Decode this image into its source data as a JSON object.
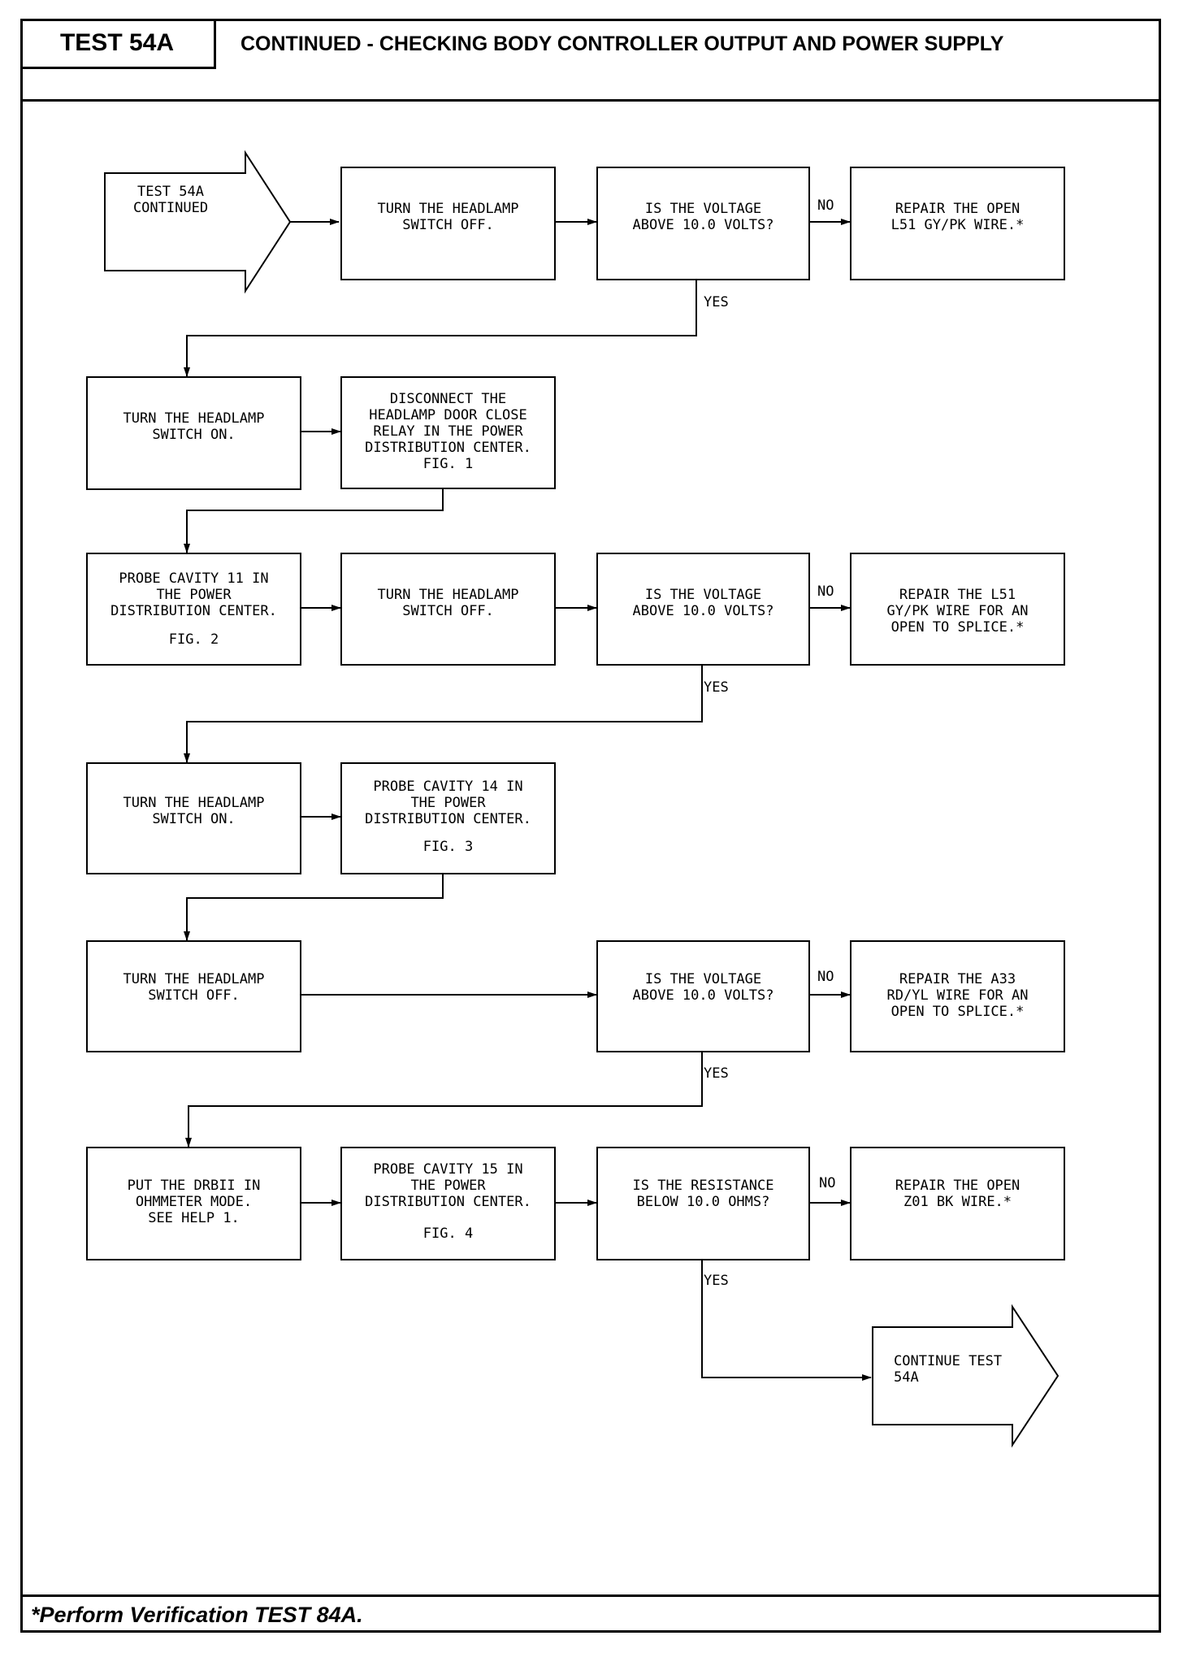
{
  "header": {
    "test_id": "TEST 54A",
    "title": "CONTINUED - CHECKING BODY CONTROLLER OUTPUT AND POWER SUPPLY"
  },
  "footer": {
    "note": "*Perform Verification TEST 84A."
  },
  "flow": {
    "start": "TEST 54A\nCONTINUED",
    "r1_turn_off": "TURN THE HEADLAMP\nSWITCH OFF.",
    "r1_question": "IS THE VOLTAGE\nABOVE 10.0 VOLTS?",
    "r1_repair": "REPAIR THE OPEN\nL51 GY/PK WIRE.*",
    "r2_turn_on": "TURN THE HEADLAMP\nSWITCH ON.",
    "r2_disconnect": "DISCONNECT THE\nHEADLAMP DOOR CLOSE\nRELAY IN THE POWER\nDISTRIBUTION CENTER.\nFIG. 1",
    "r3_probe": "PROBE CAVITY 11 IN\nTHE POWER\nDISTRIBUTION CENTER.",
    "r3_probe_fig": "FIG. 2",
    "r3_turn_off": "TURN THE HEADLAMP\nSWITCH OFF.",
    "r3_question": "IS THE VOLTAGE\nABOVE 10.0 VOLTS?",
    "r3_repair": "REPAIR THE L51\nGY/PK WIRE FOR AN\nOPEN TO SPLICE.*",
    "r4_turn_on": "TURN THE HEADLAMP\nSWITCH ON.",
    "r4_probe": "PROBE CAVITY 14 IN\nTHE POWER\nDISTRIBUTION CENTER.",
    "r4_probe_fig": "FIG. 3",
    "r5_turn_off": "TURN THE HEADLAMP\nSWITCH OFF.",
    "r5_question": "IS THE VOLTAGE\nABOVE 10.0 VOLTS?",
    "r5_repair": "REPAIR THE A33\nRD/YL WIRE FOR AN\nOPEN TO SPLICE.*",
    "r6_drbii": "PUT THE DRBII IN\nOHMMETER MODE.\nSEE HELP 1.",
    "r6_probe": "PROBE CAVITY 15 IN\nTHE POWER\nDISTRIBUTION CENTER.",
    "r6_probe_fig": "FIG. 4",
    "r6_question": "IS THE RESISTANCE\nBELOW 10.0 OHMS?",
    "r6_repair": "REPAIR THE OPEN\nZ01 BK WIRE.*",
    "end": "CONTINUE TEST\n54A"
  },
  "labels": {
    "no": "NO",
    "yes": "YES"
  }
}
